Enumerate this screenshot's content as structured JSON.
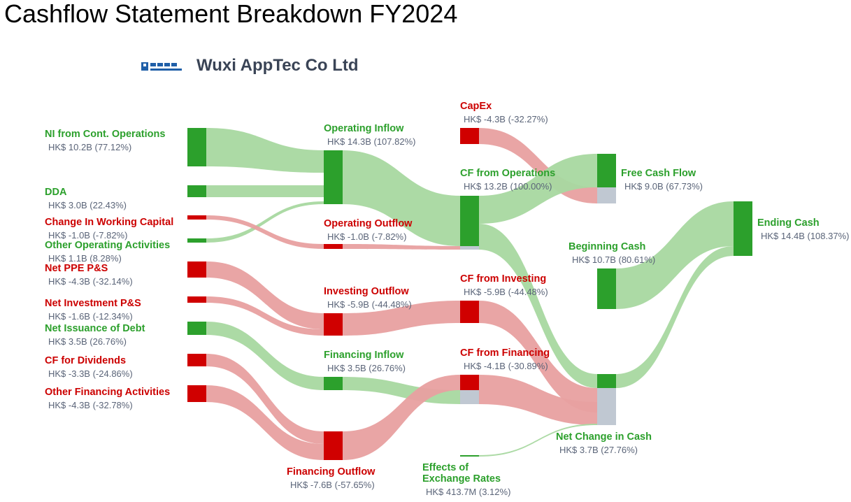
{
  "title": "Cashflow Statement Breakdown FY2024",
  "company": "Wuxi AppTec Co Ltd",
  "colors": {
    "positive_node": "#2ca02c",
    "negative_node": "#d00000",
    "positive_label": "#2ca02c",
    "negative_label": "#cc0000",
    "positive_link": "#a8d8a0",
    "negative_link": "#e8a0a0",
    "residual_node": "#c0c8d2",
    "value_text": "#5a6478"
  },
  "nodes": [
    {
      "id": "ni",
      "label": "NI from Cont. Operations",
      "value": "HK$ 10.2B (77.12%)",
      "sign": "pos"
    },
    {
      "id": "dda",
      "label": "DDA",
      "value": "HK$ 3.0B (22.43%)",
      "sign": "pos"
    },
    {
      "id": "wc",
      "label": "Change In Working Capital",
      "value": "HK$ -1.0B (-7.82%)",
      "sign": "neg"
    },
    {
      "id": "ooa",
      "label": "Other Operating Activities",
      "value": "HK$ 1.1B (8.28%)",
      "sign": "pos"
    },
    {
      "id": "ppe",
      "label": "Net PPE P&S",
      "value": "HK$ -4.3B (-32.14%)",
      "sign": "neg"
    },
    {
      "id": "inv",
      "label": "Net Investment P&S",
      "value": "HK$ -1.6B (-12.34%)",
      "sign": "neg"
    },
    {
      "id": "debt",
      "label": "Net Issuance of Debt",
      "value": "HK$ 3.5B (26.76%)",
      "sign": "pos"
    },
    {
      "id": "div",
      "label": "CF for Dividends",
      "value": "HK$ -3.3B (-24.86%)",
      "sign": "neg"
    },
    {
      "id": "ofa",
      "label": "Other Financing Activities",
      "value": "HK$ -4.3B (-32.78%)",
      "sign": "neg"
    },
    {
      "id": "opin",
      "label": "Operating Inflow",
      "value": "HK$ 14.3B (107.82%)",
      "sign": "pos"
    },
    {
      "id": "opout",
      "label": "Operating Outflow",
      "value": "HK$ -1.0B (-7.82%)",
      "sign": "neg"
    },
    {
      "id": "invout",
      "label": "Investing Outflow",
      "value": "HK$ -5.9B (-44.48%)",
      "sign": "neg"
    },
    {
      "id": "finin",
      "label": "Financing Inflow",
      "value": "HK$ 3.5B (26.76%)",
      "sign": "pos"
    },
    {
      "id": "finout",
      "label": "Financing Outflow",
      "value": "HK$ -7.6B (-57.65%)",
      "sign": "neg"
    },
    {
      "id": "capex",
      "label": "CapEx",
      "value": "HK$ -4.3B (-32.27%)",
      "sign": "neg"
    },
    {
      "id": "cfo",
      "label": "CF from Operations",
      "value": "HK$ 13.2B (100.00%)",
      "sign": "pos"
    },
    {
      "id": "cfi",
      "label": "CF from Investing",
      "value": "HK$ -5.9B (-44.48%)",
      "sign": "neg"
    },
    {
      "id": "cff",
      "label": "CF from Financing",
      "value": "HK$ -4.1B (-30.89%)",
      "sign": "neg"
    },
    {
      "id": "fx",
      "label": "Effects of\nExchange Rates",
      "value": "HK$ 413.7M (3.12%)",
      "sign": "pos"
    },
    {
      "id": "fcf",
      "label": "Free Cash Flow",
      "value": "HK$ 9.0B (67.73%)",
      "sign": "pos"
    },
    {
      "id": "beg",
      "label": "Beginning Cash",
      "value": "HK$ 10.7B (80.61%)",
      "sign": "pos"
    },
    {
      "id": "net",
      "label": "Net Change in Cash",
      "value": "HK$ 3.7B (27.76%)",
      "sign": "pos"
    },
    {
      "id": "end",
      "label": "Ending Cash",
      "value": "HK$ 14.4B (108.37%)",
      "sign": "pos"
    }
  ],
  "links": [
    {
      "source": "ni",
      "target": "opin",
      "value": 10.2
    },
    {
      "source": "dda",
      "target": "opin",
      "value": 3.0
    },
    {
      "source": "ooa",
      "target": "opin",
      "value": 1.1
    },
    {
      "source": "wc",
      "target": "opout",
      "value": 1.0
    },
    {
      "source": "ppe",
      "target": "invout",
      "value": 4.3
    },
    {
      "source": "inv",
      "target": "invout",
      "value": 1.6
    },
    {
      "source": "debt",
      "target": "finin",
      "value": 3.5
    },
    {
      "source": "div",
      "target": "finout",
      "value": 3.3
    },
    {
      "source": "ofa",
      "target": "finout",
      "value": 4.3
    },
    {
      "source": "opin",
      "target": "cfo",
      "value": 14.3
    },
    {
      "source": "opout",
      "target": "cfo",
      "value": 1.0
    },
    {
      "source": "invout",
      "target": "cfi",
      "value": 5.9
    },
    {
      "source": "finin",
      "target": "cff",
      "value": 3.5
    },
    {
      "source": "finout",
      "target": "cff",
      "value": 7.6
    },
    {
      "source": "capex",
      "target": "fcf",
      "value": 4.3
    },
    {
      "source": "cfo",
      "target": "fcf",
      "value": 13.2
    },
    {
      "source": "cfo",
      "target": "net",
      "value": 13.2
    },
    {
      "source": "cfi",
      "target": "net",
      "value": 5.9
    },
    {
      "source": "cff",
      "target": "net",
      "value": 4.1
    },
    {
      "source": "fx",
      "target": "net",
      "value": 0.4137
    },
    {
      "source": "beg",
      "target": "end",
      "value": 10.7
    },
    {
      "source": "net",
      "target": "end",
      "value": 3.7
    }
  ]
}
